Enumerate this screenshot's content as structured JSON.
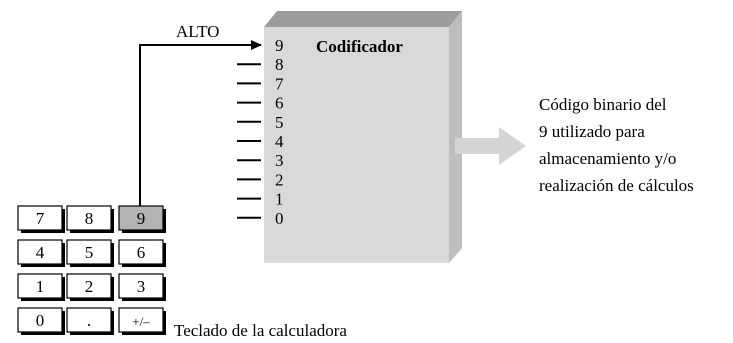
{
  "encoder": {
    "title": "Codificador",
    "inputs": [
      "9",
      "8",
      "7",
      "6",
      "5",
      "4",
      "3",
      "2",
      "1",
      "0"
    ]
  },
  "signal_label": "ALTO",
  "output_text": [
    "Código binario del",
    "9 utilizado para",
    "almacenamiento y/o",
    "realización de cálculos"
  ],
  "keypad": {
    "caption": "Teclado de la calculadora",
    "rows": [
      [
        "7",
        "8",
        "9"
      ],
      [
        "4",
        "5",
        "6"
      ],
      [
        "1",
        "2",
        "3"
      ],
      [
        "0",
        ".",
        "+/–"
      ]
    ],
    "pressed_key": "9"
  },
  "colors": {
    "box_front": "#d9d9d9",
    "box_top": "#9c9c9c",
    "box_side": "#bdbdbd",
    "arrow": "#d4d4d4",
    "pressed_key_fill": "#b3b3b3",
    "line": "#000000"
  }
}
